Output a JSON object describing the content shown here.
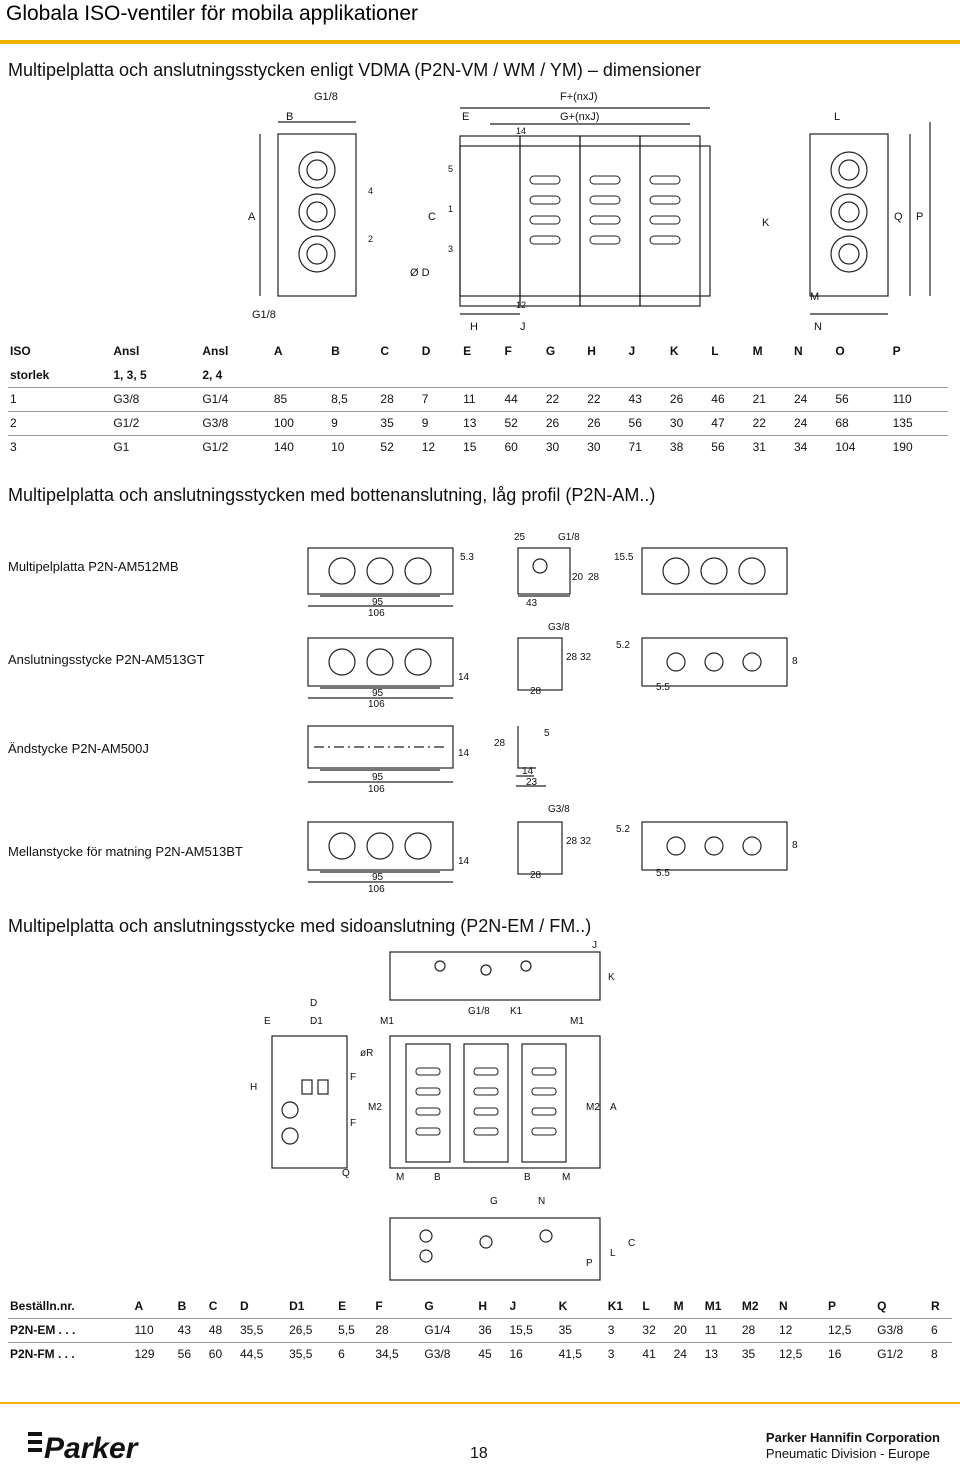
{
  "page_title": "Globala ISO-ventiler för mobila applikationer",
  "sections": {
    "vdma": "Multipelplatta och anslutningsstycken enligt VDMA (P2N-VM / WM / YM) – dimensioner",
    "bottom": "Multipelplatta och anslutningsstycken med bottenanslutning, låg profil (P2N-AM..)",
    "side": "Multipelplatta och anslutningsstycke med sidoanslutning (P2N-EM / FM..)"
  },
  "drawing1_labels": {
    "g18_top": "G1/8",
    "b": "B",
    "a": "A",
    "g18_bottom": "G1/8",
    "fnxj": "F+(nxJ)",
    "gnxj": "G+(nxJ)",
    "e": "E",
    "c": "C",
    "od": "Ø D",
    "h": "H",
    "j": "J",
    "l": "L",
    "k": "K",
    "q": "Q",
    "p": "P",
    "m": "M",
    "n": "N",
    "port_1": "1",
    "port_2": "2",
    "port_3": "3",
    "port_4": "4",
    "port_5": "5",
    "port_12": "12",
    "port_14": "14"
  },
  "table1": {
    "headers": [
      "ISO",
      "Ansl",
      "Ansl",
      "A",
      "B",
      "C",
      "D",
      "E",
      "F",
      "G",
      "H",
      "J",
      "K",
      "L",
      "M",
      "N",
      "O",
      "P"
    ],
    "subheaders": [
      "storlek",
      "1, 3, 5",
      "2, 4"
    ],
    "rows": [
      [
        "1",
        "G3/8",
        "G1/4",
        "85",
        "8,5",
        "28",
        "7",
        "11",
        "44",
        "22",
        "22",
        "43",
        "26",
        "46",
        "21",
        "24",
        "56",
        "110"
      ],
      [
        "2",
        "G1/2",
        "G3/8",
        "100",
        "9",
        "35",
        "9",
        "13",
        "52",
        "26",
        "26",
        "56",
        "30",
        "47",
        "22",
        "24",
        "68",
        "135"
      ],
      [
        "3",
        "G1",
        "G1/2",
        "140",
        "10",
        "52",
        "12",
        "15",
        "60",
        "30",
        "30",
        "71",
        "38",
        "56",
        "31",
        "34",
        "104",
        "190"
      ]
    ]
  },
  "am_parts": {
    "plate": "Multipelplatta P2N-AM512MB",
    "conn": "Anslutningsstycke P2N-AM513GT",
    "end": "Ändstycke P2N-AM500J",
    "mid": "Mellanstycke för matning P2N-AM513BT"
  },
  "am_dims": {
    "d95": "95",
    "d106": "106",
    "d53": "5.3",
    "d25": "25",
    "g18": "G1/8",
    "d43": "43",
    "d20": "20",
    "d28": "28",
    "d155": "15.5",
    "g38": "G3/8",
    "d14": "14",
    "d32": "32",
    "d52": "5.2",
    "d8": "8",
    "d55": "5.5",
    "d5": "5",
    "d23": "23"
  },
  "drawing3_labels": {
    "j": "J",
    "k": "K",
    "d": "D",
    "e": "E",
    "d1": "D1",
    "m1": "M1",
    "g18": "G1/8",
    "k1": "K1",
    "h": "H",
    "f": "F",
    "or": "øR",
    "m2": "M2",
    "a": "A",
    "q": "Q",
    "m": "M",
    "b": "B",
    "g": "G",
    "n": "N",
    "p": "P",
    "l": "L",
    "c": "C",
    "eq": "="
  },
  "table2": {
    "headers": [
      "Beställn.nr.",
      "A",
      "B",
      "C",
      "D",
      "D1",
      "E",
      "F",
      "G",
      "H",
      "J",
      "K",
      "K1",
      "L",
      "M",
      "M1",
      "M2",
      "N",
      "P",
      "Q",
      "R"
    ],
    "rows": [
      [
        "P2N-EM . . .",
        "110",
        "43",
        "48",
        "35,5",
        "26,5",
        "5,5",
        "28",
        "G1/4",
        "36",
        "15,5",
        "35",
        "3",
        "32",
        "20",
        "11",
        "28",
        "12",
        "12,5",
        "G3/8",
        "6"
      ],
      [
        "P2N-FM . . .",
        "129",
        "56",
        "60",
        "44,5",
        "35,5",
        "6",
        "34,5",
        "G3/8",
        "45",
        "16",
        "41,5",
        "3",
        "41",
        "24",
        "13",
        "35",
        "12,5",
        "16",
        "G1/2",
        "8"
      ]
    ]
  },
  "footer": {
    "logo_text": "Parker",
    "page_number": "18",
    "company": "Parker Hannifin Corporation",
    "division": "Pneumatic Division - Europe"
  },
  "colors": {
    "accent_rule": "#f0b000",
    "ink": "#111111"
  }
}
